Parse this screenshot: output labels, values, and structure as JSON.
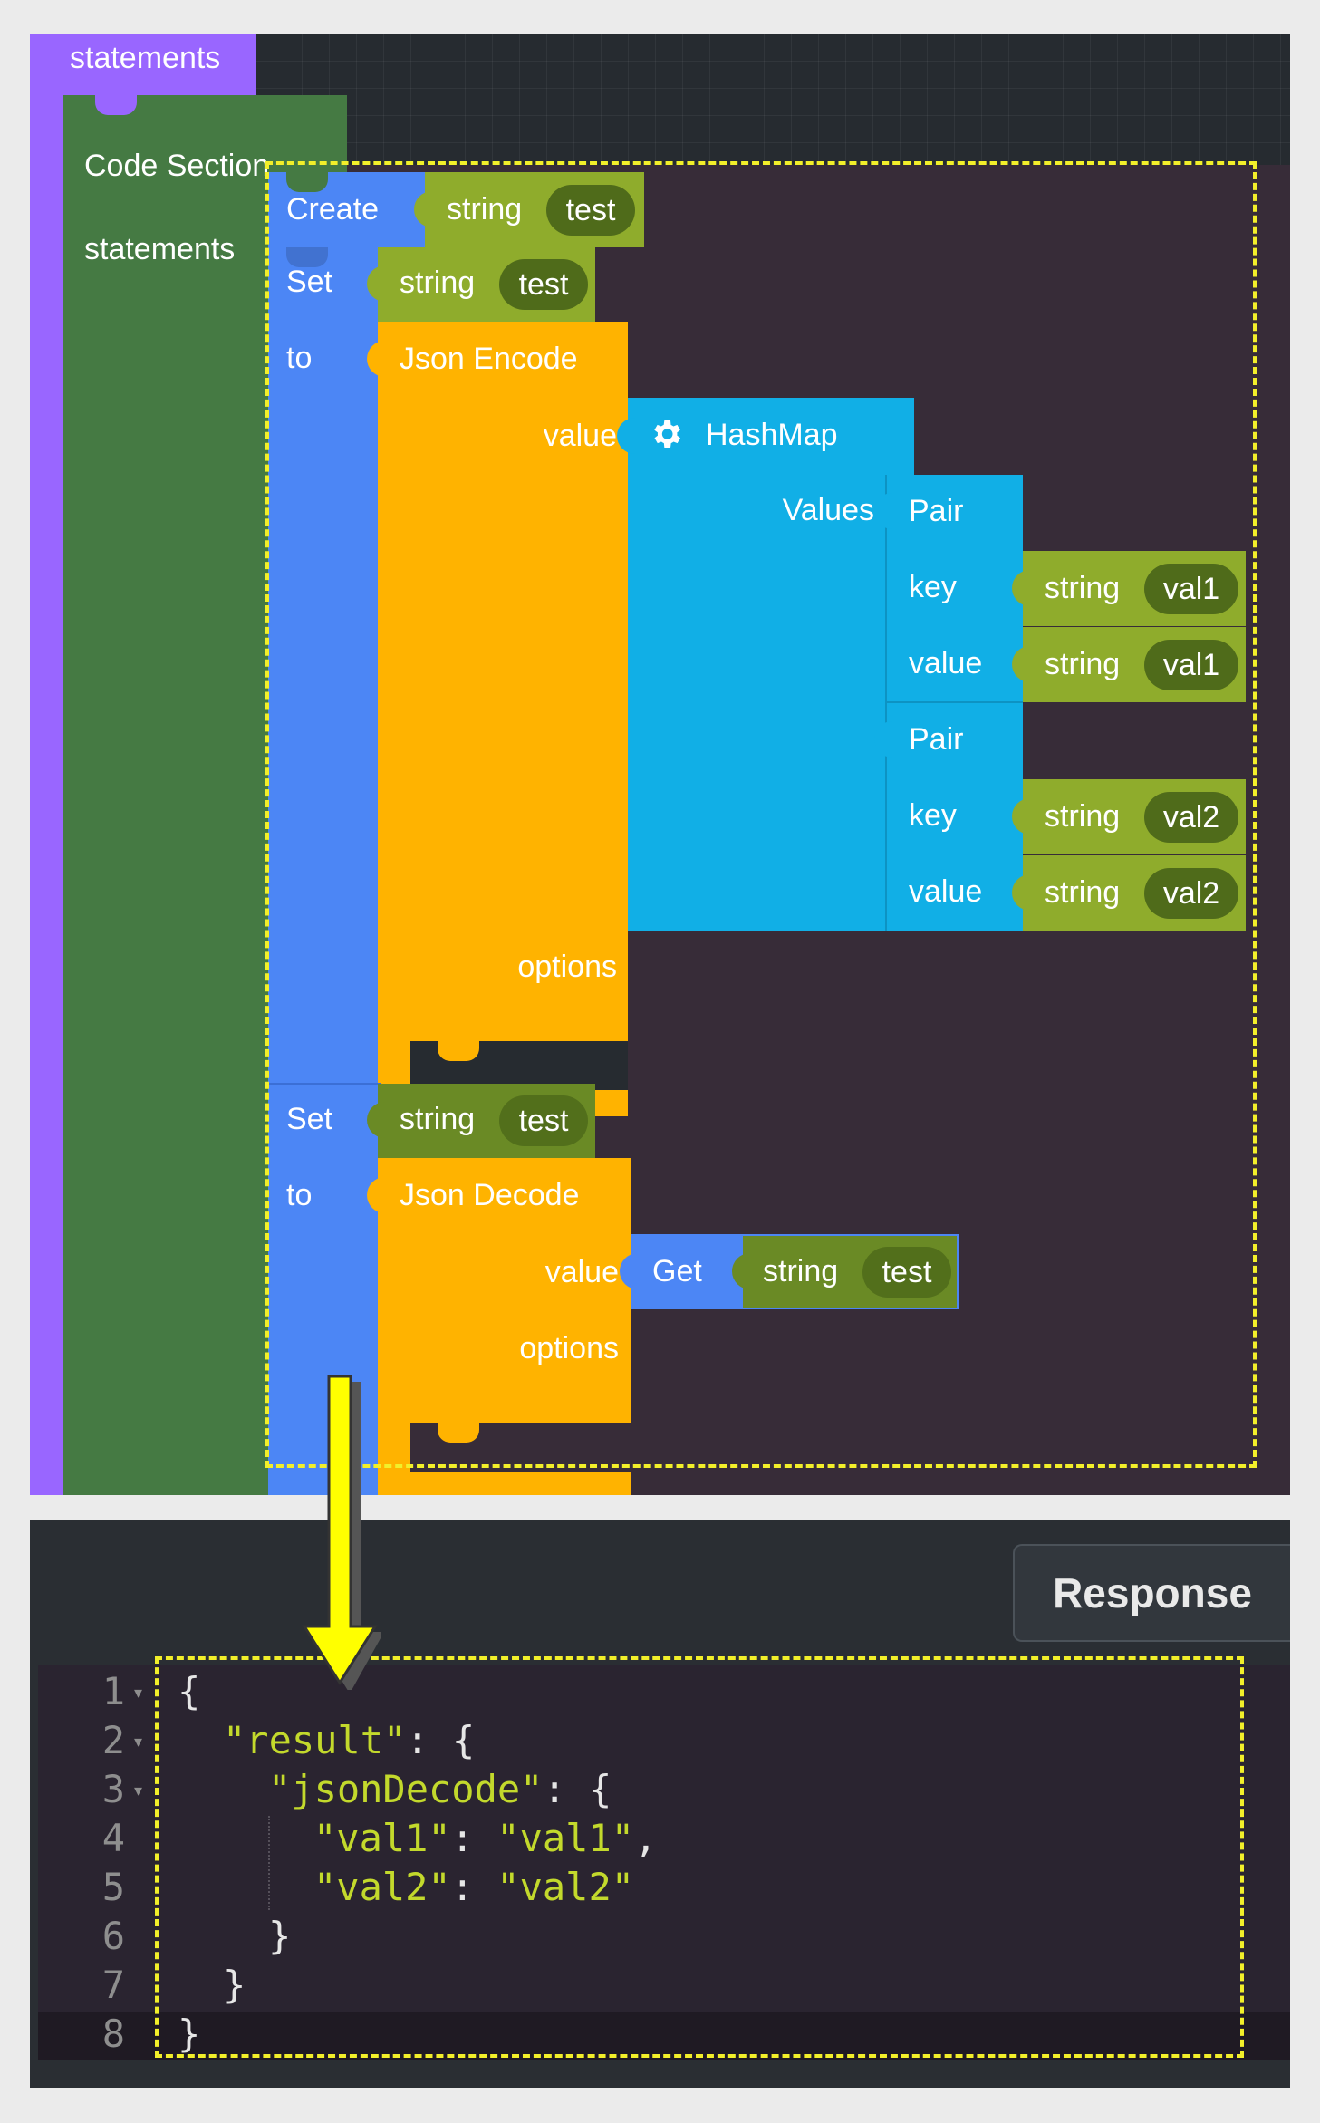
{
  "blocks": {
    "outer_statements_label": "statements",
    "code_section": {
      "title": "Code Section",
      "statements_label": "statements"
    },
    "create": {
      "label": "Create",
      "type_label": "string",
      "var_name": "test"
    },
    "set1": {
      "set_label": "Set",
      "type_label": "string",
      "var_name": "test",
      "to_label": "to"
    },
    "json_encode": {
      "title": "Json Encode",
      "value_label": "value",
      "options_label": "options"
    },
    "hashmap": {
      "title": "HashMap",
      "values_label": "Values",
      "icon": "gear-icon"
    },
    "pairs": [
      {
        "title": "Pair",
        "key_label": "key",
        "value_label": "value",
        "key_type": "string",
        "key_text": "val1",
        "value_type": "string",
        "value_text": "val1"
      },
      {
        "title": "Pair",
        "key_label": "key",
        "value_label": "value",
        "key_type": "string",
        "key_text": "val2",
        "value_type": "string",
        "value_text": "val2"
      }
    ],
    "set2": {
      "set_label": "Set",
      "type_label": "string",
      "var_name": "test",
      "to_label": "to"
    },
    "json_decode": {
      "title": "Json Decode",
      "value_label": "value",
      "options_label": "options"
    },
    "get": {
      "label": "Get",
      "type_label": "string",
      "var_name": "test"
    }
  },
  "response": {
    "button_label": "Response",
    "line_numbers": [
      "1",
      "2",
      "3",
      "4",
      "5",
      "6",
      "7",
      "8"
    ],
    "code": {
      "l1_brace": "{",
      "l2_key": "\"result\"",
      "l2_rest": ": {",
      "l3_key": "\"jsonDecode\"",
      "l3_rest": ": {",
      "l4_key": "\"val1\"",
      "l4_sep": ": ",
      "l4_val": "\"val1\"",
      "l4_end": ",",
      "l5_key": "\"val2\"",
      "l5_sep": ": ",
      "l5_val": "\"val2\"",
      "l6_brace": "}",
      "l7_brace": "}",
      "l8_brace": "}"
    }
  },
  "colors": {
    "statements_purple": "#9966ff",
    "code_section_green": "#457a43",
    "variable_blue": "#4c86f5",
    "json_orange": "#ffb300",
    "hashmap_cyan": "#11afe6",
    "string_green": "#8fac2c",
    "string_dark_green": "#6a8a25",
    "highlight_yellow": "#f2ef2a"
  }
}
